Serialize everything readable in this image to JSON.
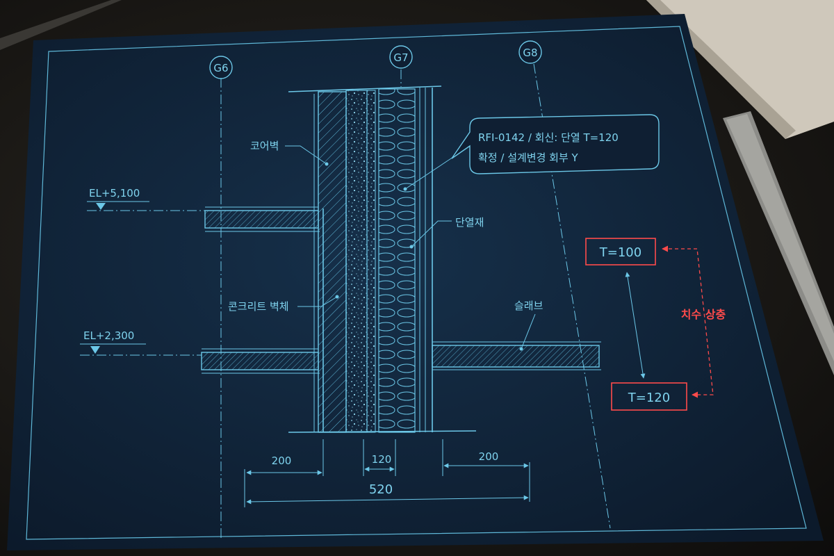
{
  "grid_labels": [
    "G6",
    "G7",
    "G8"
  ],
  "rfi_note": {
    "line1": "RFI-0142 / 회신: 단열 T=120",
    "line2": "확정 / 설계변경 회부 Y"
  },
  "labels": {
    "core_wall": "코어벽",
    "insulation": "단열재",
    "concrete_wall": "콘크리트 벽체",
    "slab": "슬래브"
  },
  "elevations": [
    "EL+5,100",
    "EL+2,300"
  ],
  "discrepancy": {
    "top_value": "T=100",
    "bottom_value": "T=120",
    "note": "치수 상충"
  },
  "dimensions": {
    "left": "200",
    "middle": "120",
    "right": "200",
    "total": "520"
  },
  "colors": {
    "paper": "#0f1f33",
    "line": "#6cc8e8",
    "text": "#7fd3ee",
    "alert": "#ff4b4b"
  }
}
